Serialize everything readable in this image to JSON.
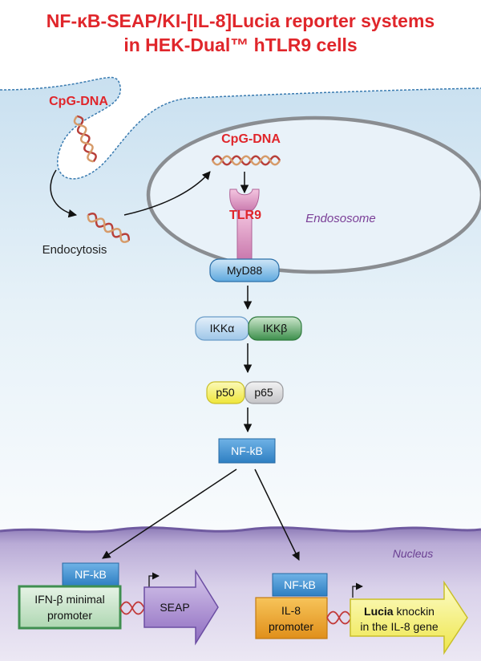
{
  "title": {
    "line1": "NF-κB-SEAP/KI-[IL-8]Lucia reporter systems",
    "line2": "in HEK-Dual™ hTLR9 cells"
  },
  "labels": {
    "cpg_outside": "CpG-DNA",
    "cpg_inside": "CpG-DNA",
    "tlr9": "TLR9",
    "endosome": "Endososome",
    "endocytosis": "Endocytosis",
    "myd88": "MyD88",
    "ikka": "IKKα",
    "ikkb": "IKKβ",
    "p50": "p50",
    "p65": "p65",
    "nfkb_center": "NF-kB",
    "nucleus": "Nucleus",
    "nfkb_left": "NF-kB",
    "ifn_line1": "IFN-β minimal",
    "ifn_line2": "promoter",
    "seap": "SEAP",
    "nfkb_right": "NF-kB",
    "il8_line1": "IL-8",
    "il8_line2": "promoter",
    "lucia_bold": "Lucia",
    "lucia_rest": " knockin",
    "lucia_line2": "in the IL-8 gene"
  },
  "colors": {
    "title_red": "#e0262b",
    "cytoplasm_top": "#cfe4f2",
    "nucleus": "#7e6aa8",
    "nfkb_blue": "#3d8fd0",
    "ikka": "#b8d6ef",
    "ikkb": "#3f9550",
    "p50": "#f3ef5b",
    "p65": "#d9d9db",
    "seap_purple": "#9b7bc7",
    "promoter_green": "#4e9e63",
    "il8_orange": "#e9a22b",
    "lucia_yellow": "#f5f06a",
    "endosome_label": "#7b3f97"
  }
}
